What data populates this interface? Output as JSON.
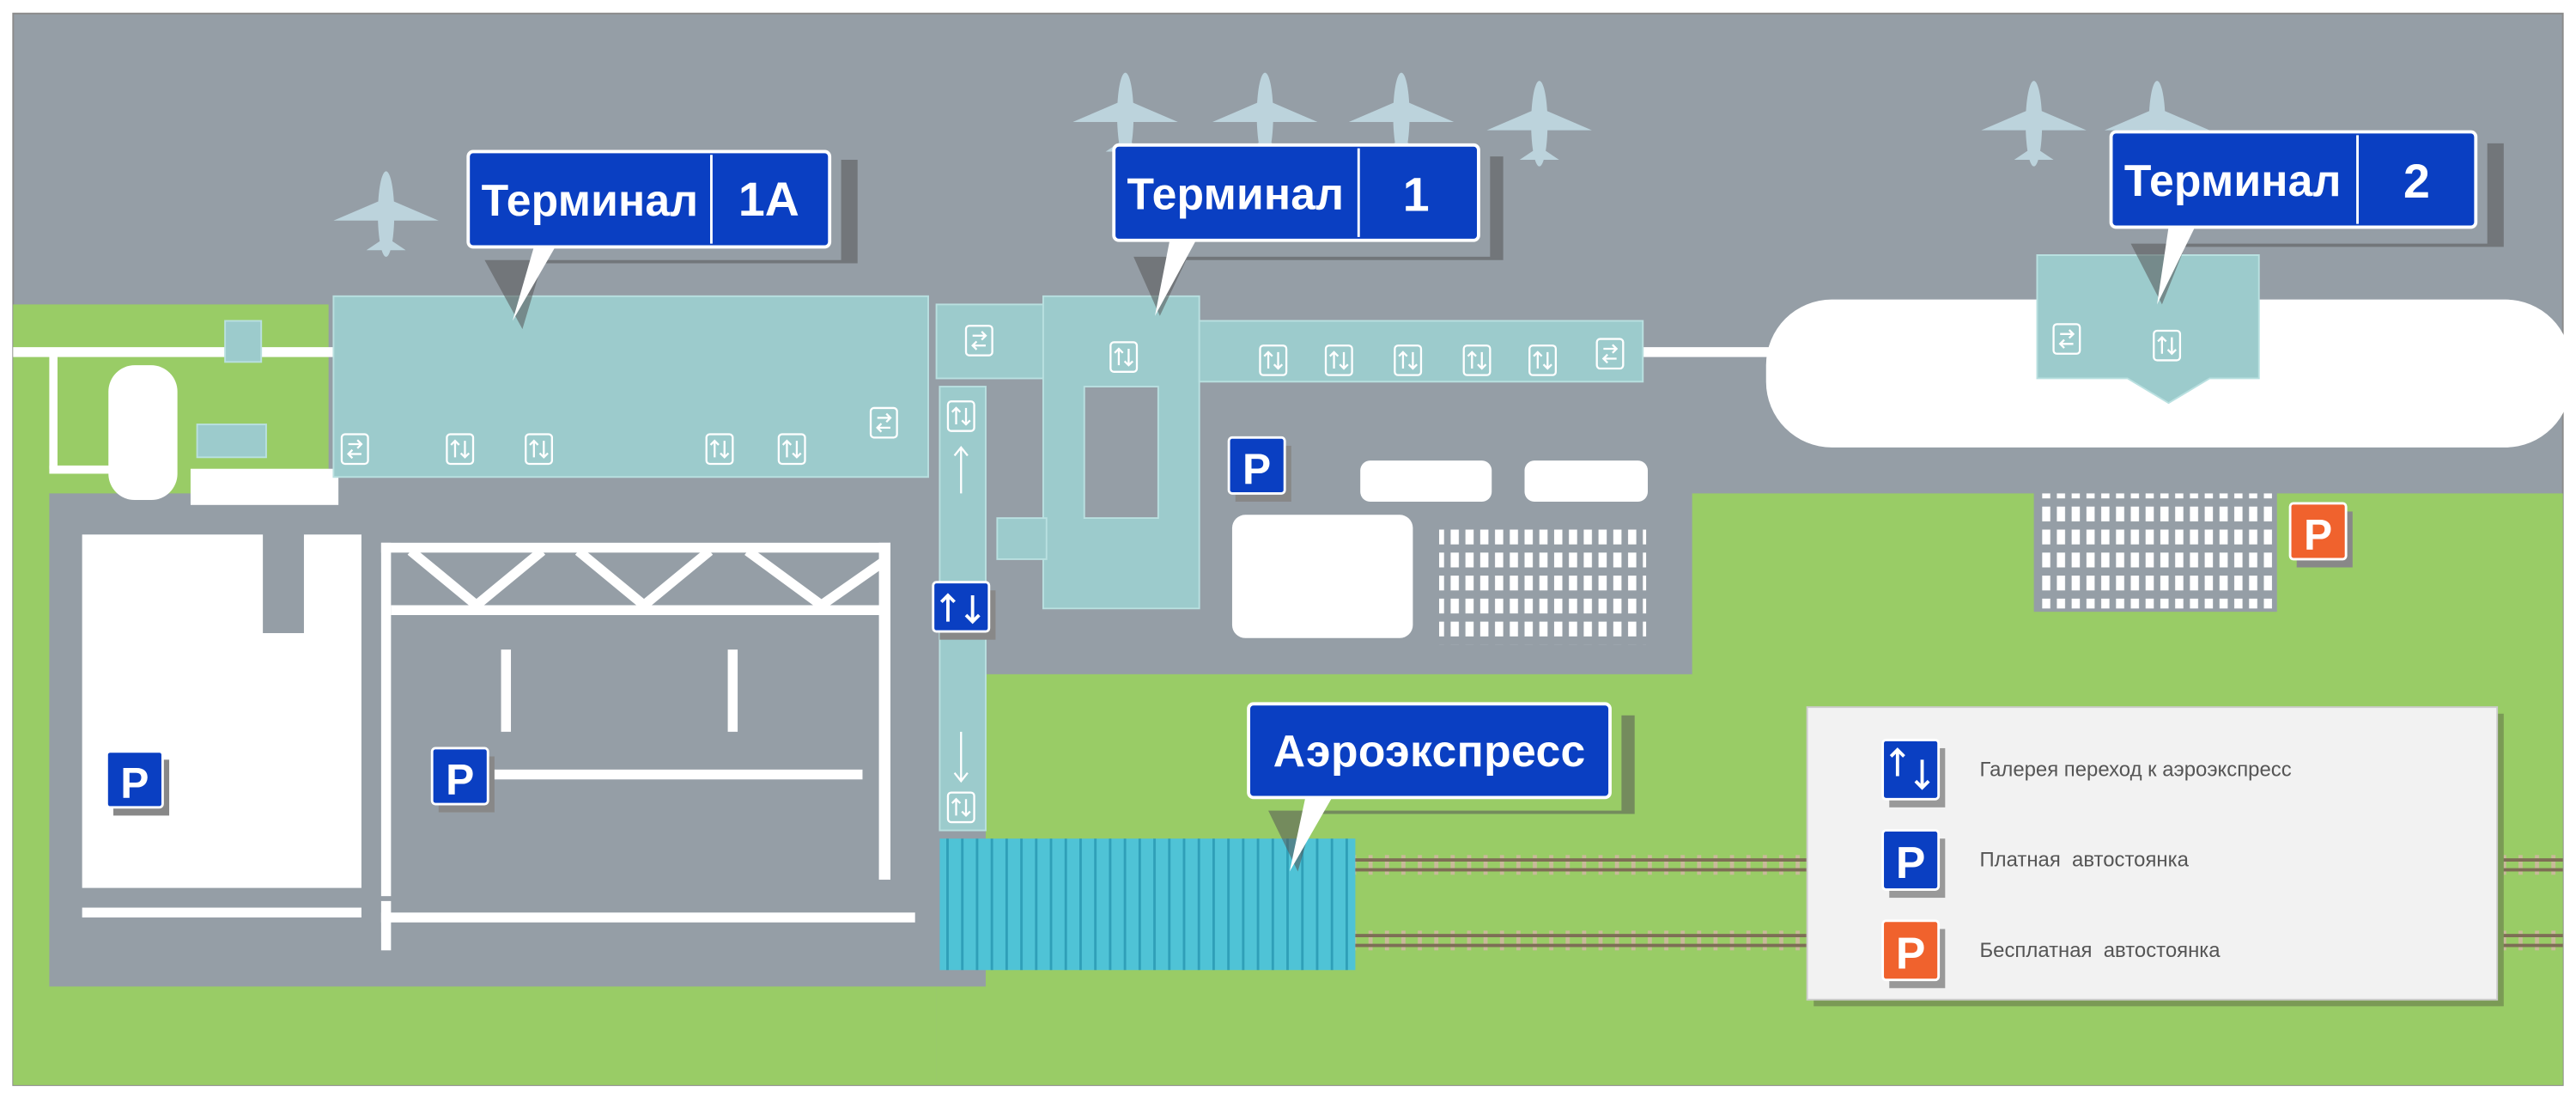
{
  "signs": {
    "terminal_1a": {
      "label": "Терминал",
      "number": "1А"
    },
    "terminal_1": {
      "label": "Терминал",
      "number": "1"
    },
    "terminal_2": {
      "label": "Терминал",
      "number": "2"
    },
    "aeroexpress": {
      "label": "Аэроэкспресс"
    }
  },
  "parking_symbol": "P",
  "legend": {
    "items": [
      {
        "icon": "gallery-transfer-icon",
        "label": "Галерея переход к аэроэкспресс"
      },
      {
        "icon": "paid-parking-icon",
        "label": "Платная  автостоянка"
      },
      {
        "icon": "free-parking-icon",
        "label": "Бесплатная  автостоянка"
      }
    ]
  },
  "colors": {
    "sign_blue": "#0a3fc2",
    "free_parking_orange": "#f0622d",
    "building": "#9ccbcc",
    "apron": "#959ea6",
    "grass": "#99cc66"
  }
}
